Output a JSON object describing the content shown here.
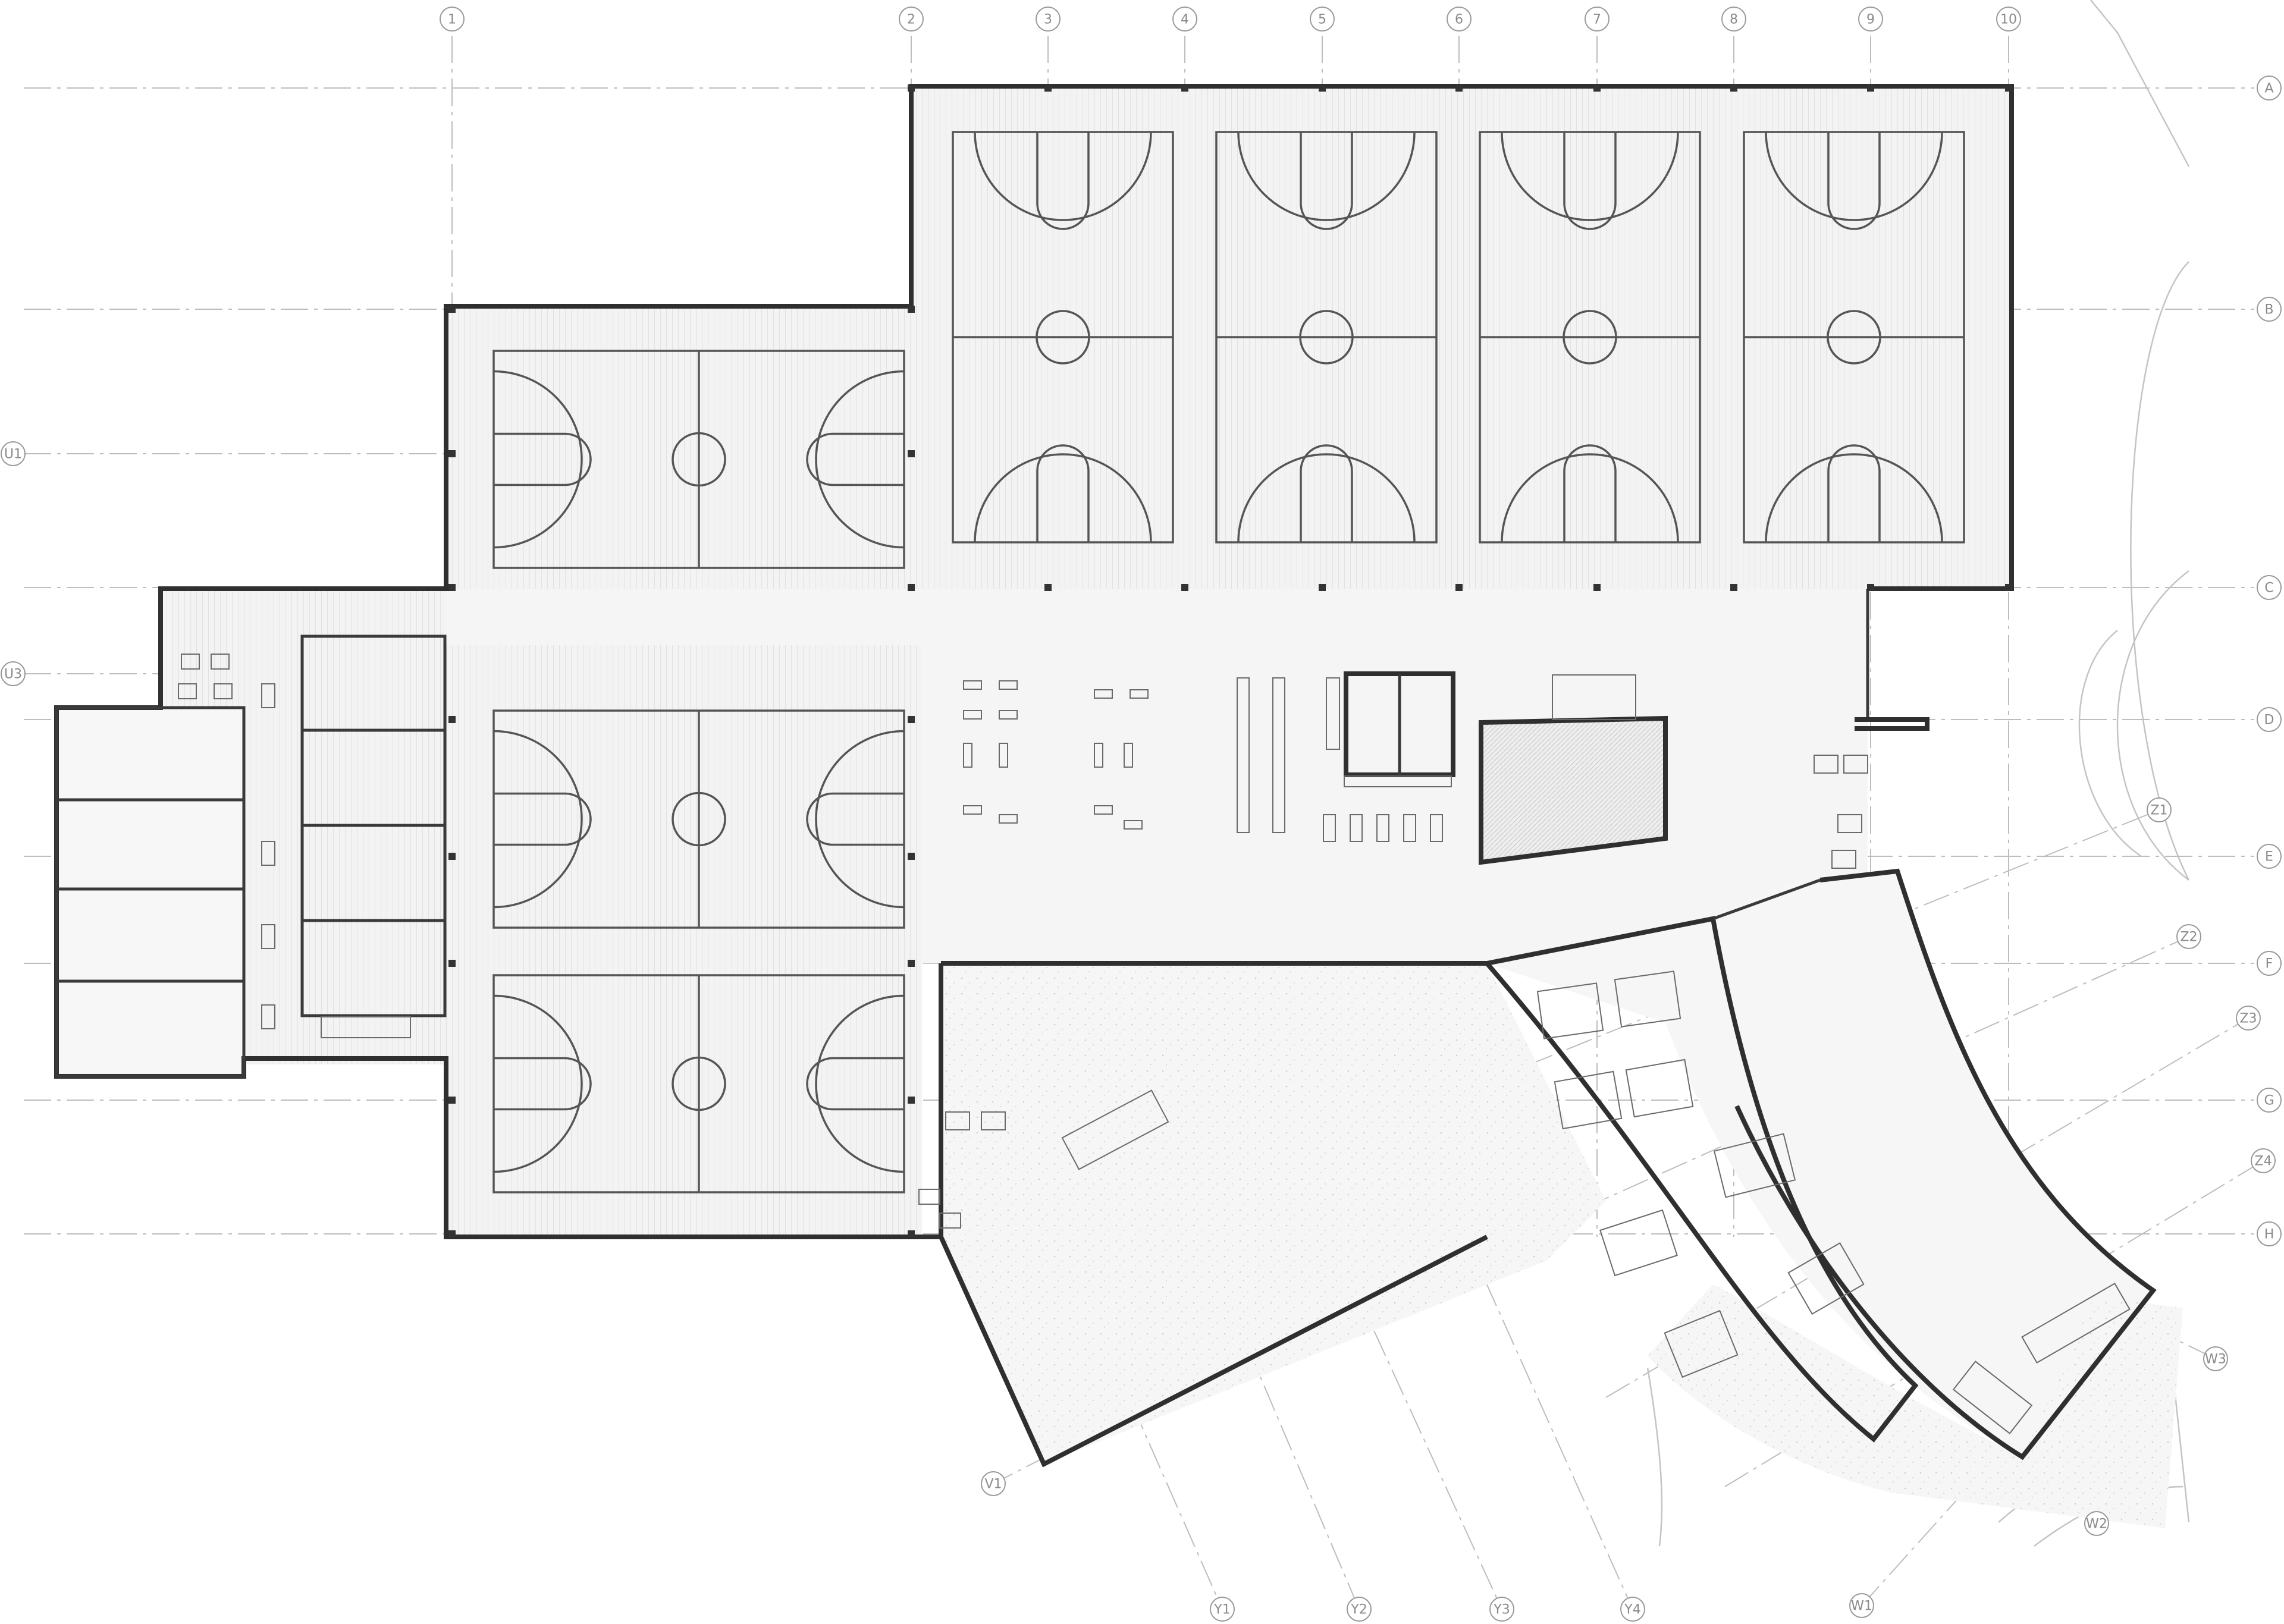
{
  "colors": {
    "wall": "#2f2f2f",
    "court_line": "#555555",
    "grid_line": "#bdbdbd",
    "grid_bubble_stroke": "#9a9a9a",
    "background": "#ffffff"
  },
  "grid_columns": [
    "1",
    "2",
    "3",
    "4",
    "5",
    "6",
    "7",
    "8",
    "9",
    "10"
  ],
  "grid_rows": [
    "A",
    "B",
    "C",
    "D",
    "E",
    "F",
    "G",
    "H"
  ],
  "grid_side_labels": [
    "U1",
    "U3"
  ],
  "curved_grid_labels": [
    "Z1",
    "Z2",
    "Z3",
    "Z4",
    "W1",
    "W2",
    "W3"
  ],
  "radial_grid_labels": [
    "V1",
    "Y1",
    "Y2",
    "Y3",
    "Y4"
  ],
  "courts": [
    {
      "id": "court-north-1",
      "orientation": "vertical"
    },
    {
      "id": "court-north-2",
      "orientation": "vertical"
    },
    {
      "id": "court-north-3",
      "orientation": "vertical"
    },
    {
      "id": "court-north-4",
      "orientation": "vertical"
    },
    {
      "id": "court-west-1",
      "orientation": "horizontal"
    },
    {
      "id": "court-west-2",
      "orientation": "horizontal"
    },
    {
      "id": "court-west-3",
      "orientation": "horizontal"
    }
  ]
}
